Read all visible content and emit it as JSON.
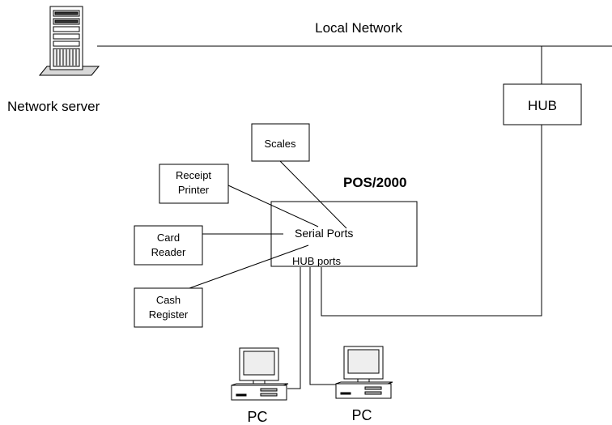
{
  "network": {
    "label": "Local Network"
  },
  "server": {
    "label": "Network server",
    "icon": "server-tower-icon"
  },
  "hub": {
    "label": "HUB"
  },
  "pos": {
    "title": "POS/2000",
    "serial_ports_label": "Serial Ports",
    "hub_ports_label": "HUB ports"
  },
  "devices": {
    "scales": "Scales",
    "receipt_printer": [
      "Receipt",
      "Printer"
    ],
    "card_reader": [
      "Card",
      "Reader"
    ],
    "cash_register": [
      "Cash",
      "Register"
    ]
  },
  "pcs": [
    {
      "label": "PC",
      "icon": "desktop-pc-icon"
    },
    {
      "label": "PC",
      "icon": "desktop-pc-icon"
    }
  ]
}
